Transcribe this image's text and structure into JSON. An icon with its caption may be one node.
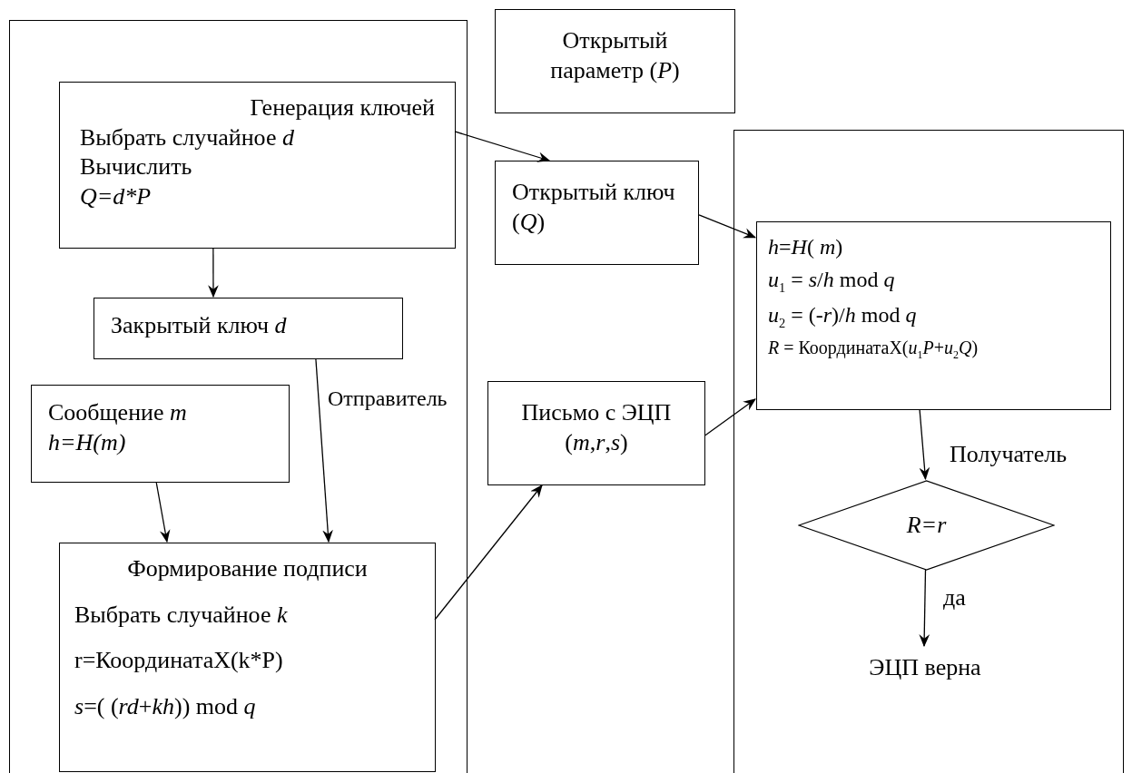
{
  "diagram": {
    "nodes": [
      {
        "text": [
          "Отправитель"
        ]
      },
      {
        "text": [
          "Генерация ключей",
          "Выбрать случайное *d*",
          "Вычислить",
          "Q=d*P"
        ],
        "in": 0
      },
      {
        "text": [
          "Закрытый ключ *d*"
        ],
        "in": 0
      },
      {
        "text": [
          "Сообщение *m*",
          "h=H(m)"
        ],
        "in": 0
      },
      {
        "text": [
          "Формирование подписи",
          "Выбрать случайное *k*",
          "r=КоординатаX(k*P)",
          "*s*=( (*rd*+*kh*)) mod *q*"
        ],
        "in": 0
      },
      {
        "text": [
          "Открытый параметр (*P*)"
        ]
      },
      {
        "text": [
          "Открытый ключ (*Q*)"
        ]
      },
      {
        "text": [
          "Письмо с ЭЦП (*m*,*r*,*s*)"
        ]
      },
      {
        "text": [
          "Получатель"
        ]
      },
      {
        "text": [
          "*h*=*H*( *m*)",
          "*u*$_{1}$ = *s*/*h* mod *q*",
          "*u*$_{2}$ = (-*r*)/*h* mod *q*",
          "*R* = КоординатаX(*u*$_{1}$*P*+*u*$_{2}$*Q*)"
        ],
        "in": 8
      },
      {
        "text": [
          "R=r"
        ],
        "in": 8
      },
      {
        "text": [
          "ЭЦП верна"
        ],
        "in": 8
      }
    ],
    "edges": [
      {
        "from": 1,
        "to": 6,
        "arrow": "to"
      },
      {
        "from": 1,
        "to": 2,
        "arrow": "to"
      },
      {
        "from": 2,
        "to": 4,
        "arrow": "to"
      },
      {
        "from": 3,
        "to": 4,
        "arrow": "to"
      },
      {
        "from": 4,
        "to": 7,
        "arrow": "to"
      },
      {
        "from": 6,
        "to": 9,
        "arrow": "to"
      },
      {
        "from": 7,
        "to": 9,
        "arrow": "to"
      },
      {
        "from": 9,
        "to": 10,
        "arrow": "to"
      },
      {
        "from": 10,
        "to": 11,
        "label": "да",
        "arrow": "to"
      }
    ]
  }
}
